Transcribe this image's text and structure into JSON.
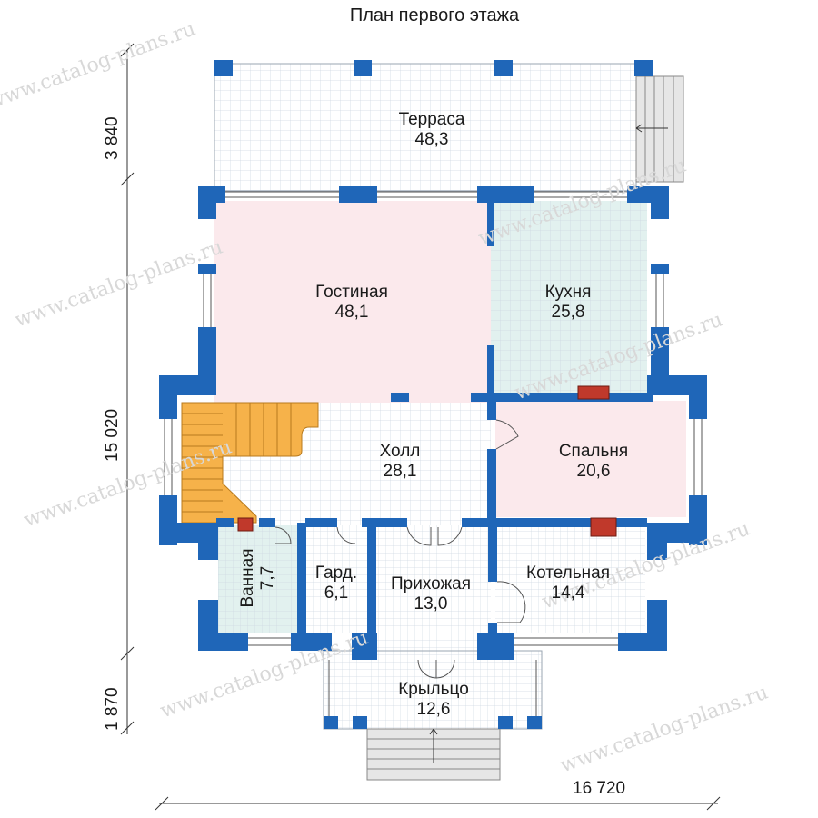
{
  "title": "План первого этажа",
  "rooms": {
    "terrace": {
      "name": "Терраса",
      "area": "48,3"
    },
    "living": {
      "name": "Гостиная",
      "area": "48,1"
    },
    "kitchen": {
      "name": "Кухня",
      "area": "25,8"
    },
    "hall": {
      "name": "Холл",
      "area": "28,1"
    },
    "bedroom": {
      "name": "Спальня",
      "area": "20,6"
    },
    "bath": {
      "name": "Ванная",
      "area": "7,7"
    },
    "wardrobe": {
      "name": "Гард.",
      "area": "6,1"
    },
    "entry": {
      "name": "Прихожая",
      "area": "13,0"
    },
    "boiler": {
      "name": "Котельная",
      "area": "14,4"
    },
    "porch": {
      "name": "Крыльцо",
      "area": "12,6"
    }
  },
  "dimensions": {
    "terrace_depth": "3 840",
    "house_depth": "15 020",
    "porch_depth": "1 870",
    "total_width": "16 720"
  },
  "watermark": "www.catalog-plans.ru",
  "colors": {
    "wall": "#1f66b8",
    "living_fill": "#fbe9ec",
    "kitchen_fill": "#e2f1ef",
    "bedroom_fill": "#fbe9ec",
    "bath_fill": "#e2f1ef",
    "stairs_fill": "#f6b24a",
    "chimney": "#c0392b",
    "grid": "#cfd8e3"
  }
}
